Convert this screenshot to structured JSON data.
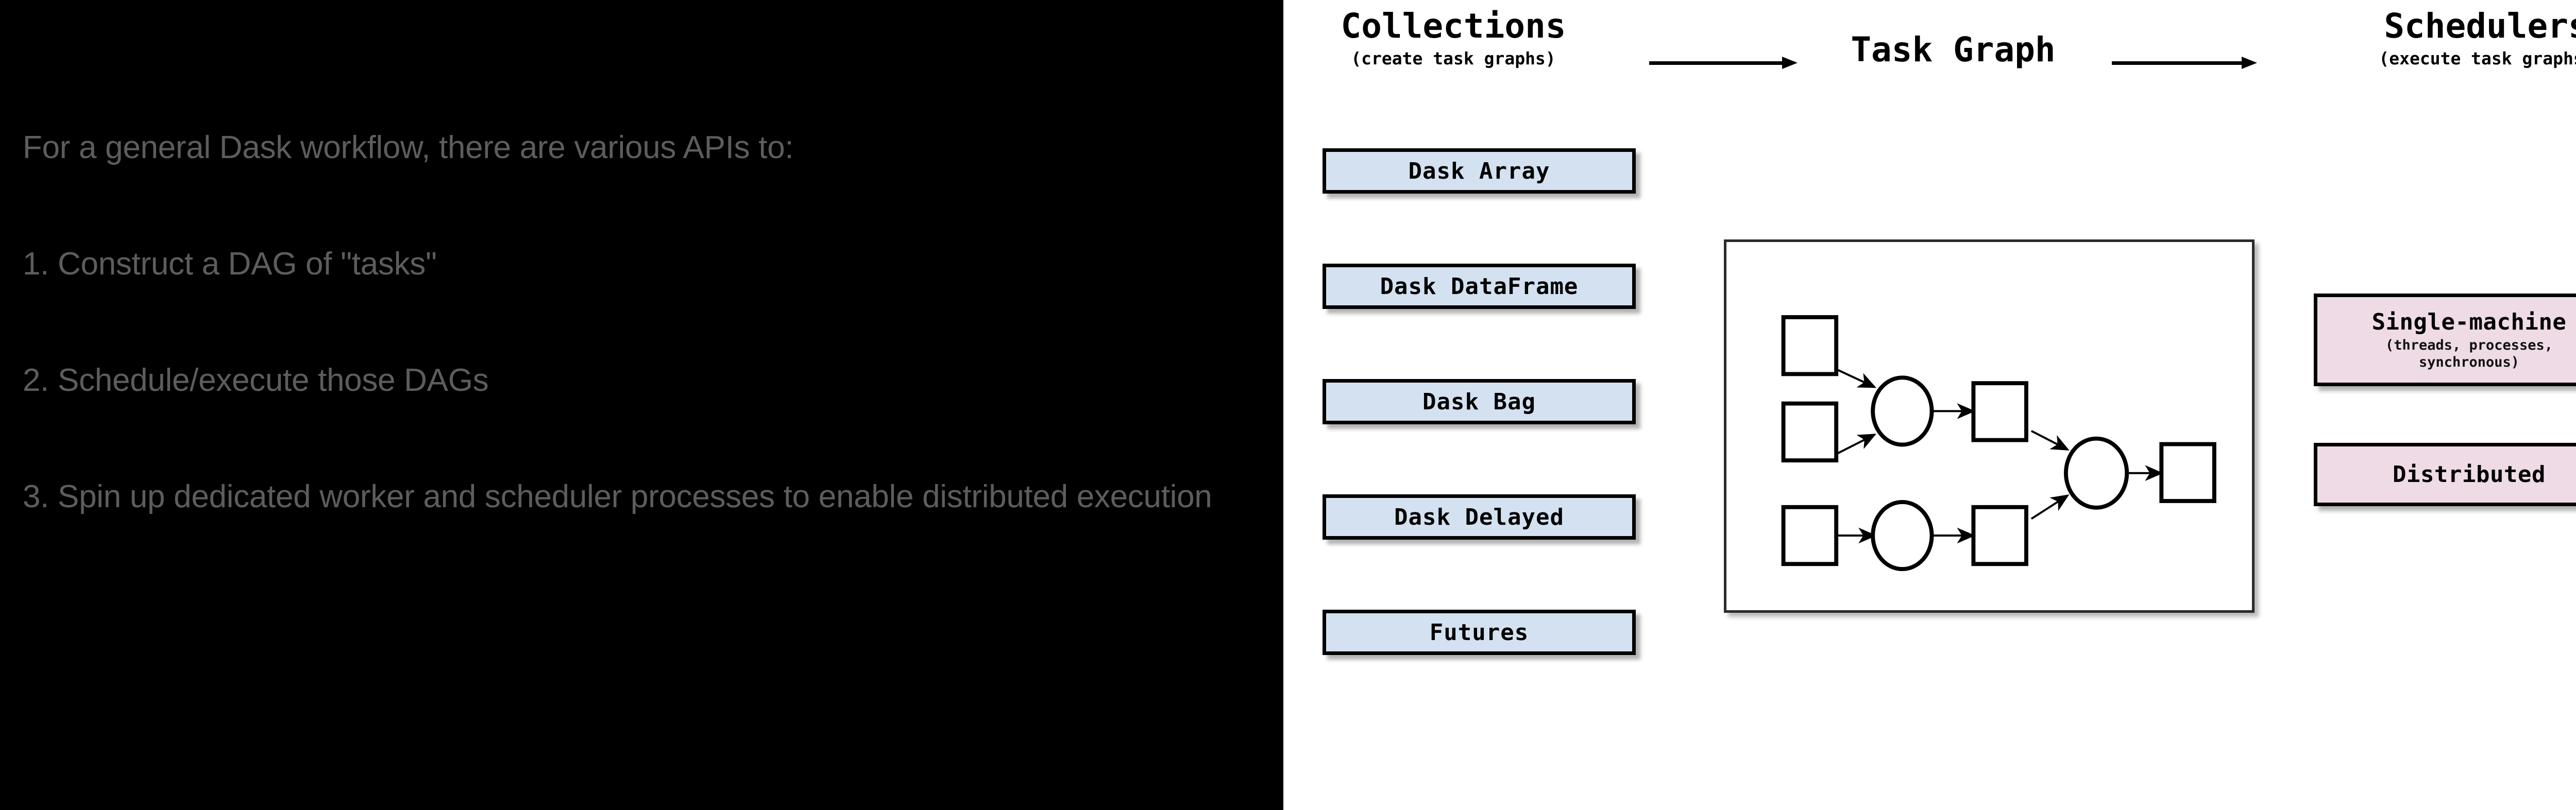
{
  "slide": {
    "background": "#000000",
    "text_color": "#5d5d5d",
    "intro": "For a general Dask workflow, there are various APIs to:",
    "items": [
      "1. Construct a DAG of \"tasks\"",
      "2. Schedule/execute those DAGs",
      "3. Spin up dedicated worker and scheduler processes to enable distributed execution"
    ]
  },
  "diagram": {
    "background": "#ffffff",
    "collection_fill": "#d3e1f0",
    "scheduler_fill": "#efdbe5",
    "stroke": "#000000",
    "headers": {
      "collections": {
        "title": "Collections",
        "subtitle": "(create task graphs)"
      },
      "task_graph": {
        "title": "Task Graph",
        "subtitle": ""
      },
      "schedulers": {
        "title": "Schedulers",
        "subtitle": "(execute task graphs)"
      }
    },
    "arrows": [
      {
        "name": "collections-to-taskgraph",
        "direction": "right"
      },
      {
        "name": "taskgraph-to-schedulers",
        "direction": "right"
      }
    ],
    "collections": [
      {
        "label": "Dask Array"
      },
      {
        "label": "Dask DataFrame"
      },
      {
        "label": "Dask Bag"
      },
      {
        "label": "Dask Delayed"
      },
      {
        "label": "Futures"
      }
    ],
    "schedulers": [
      {
        "label": "Single-machine",
        "subtitle": "(threads, processes,\nsynchronous)"
      },
      {
        "label": "Distributed",
        "subtitle": ""
      }
    ],
    "task_graph": {
      "nodes": [
        {
          "id": "in1",
          "shape": "square"
        },
        {
          "id": "in2",
          "shape": "square"
        },
        {
          "id": "in3",
          "shape": "square"
        },
        {
          "id": "op1",
          "shape": "circle"
        },
        {
          "id": "op2",
          "shape": "circle"
        },
        {
          "id": "mid1",
          "shape": "square"
        },
        {
          "id": "mid2",
          "shape": "square"
        },
        {
          "id": "op3",
          "shape": "circle"
        },
        {
          "id": "out",
          "shape": "square"
        }
      ],
      "edges": [
        [
          "in1",
          "op1"
        ],
        [
          "in2",
          "op1"
        ],
        [
          "op1",
          "mid1"
        ],
        [
          "in3",
          "op2"
        ],
        [
          "op2",
          "mid2"
        ],
        [
          "mid1",
          "op3"
        ],
        [
          "mid2",
          "op3"
        ],
        [
          "op3",
          "out"
        ]
      ]
    }
  }
}
